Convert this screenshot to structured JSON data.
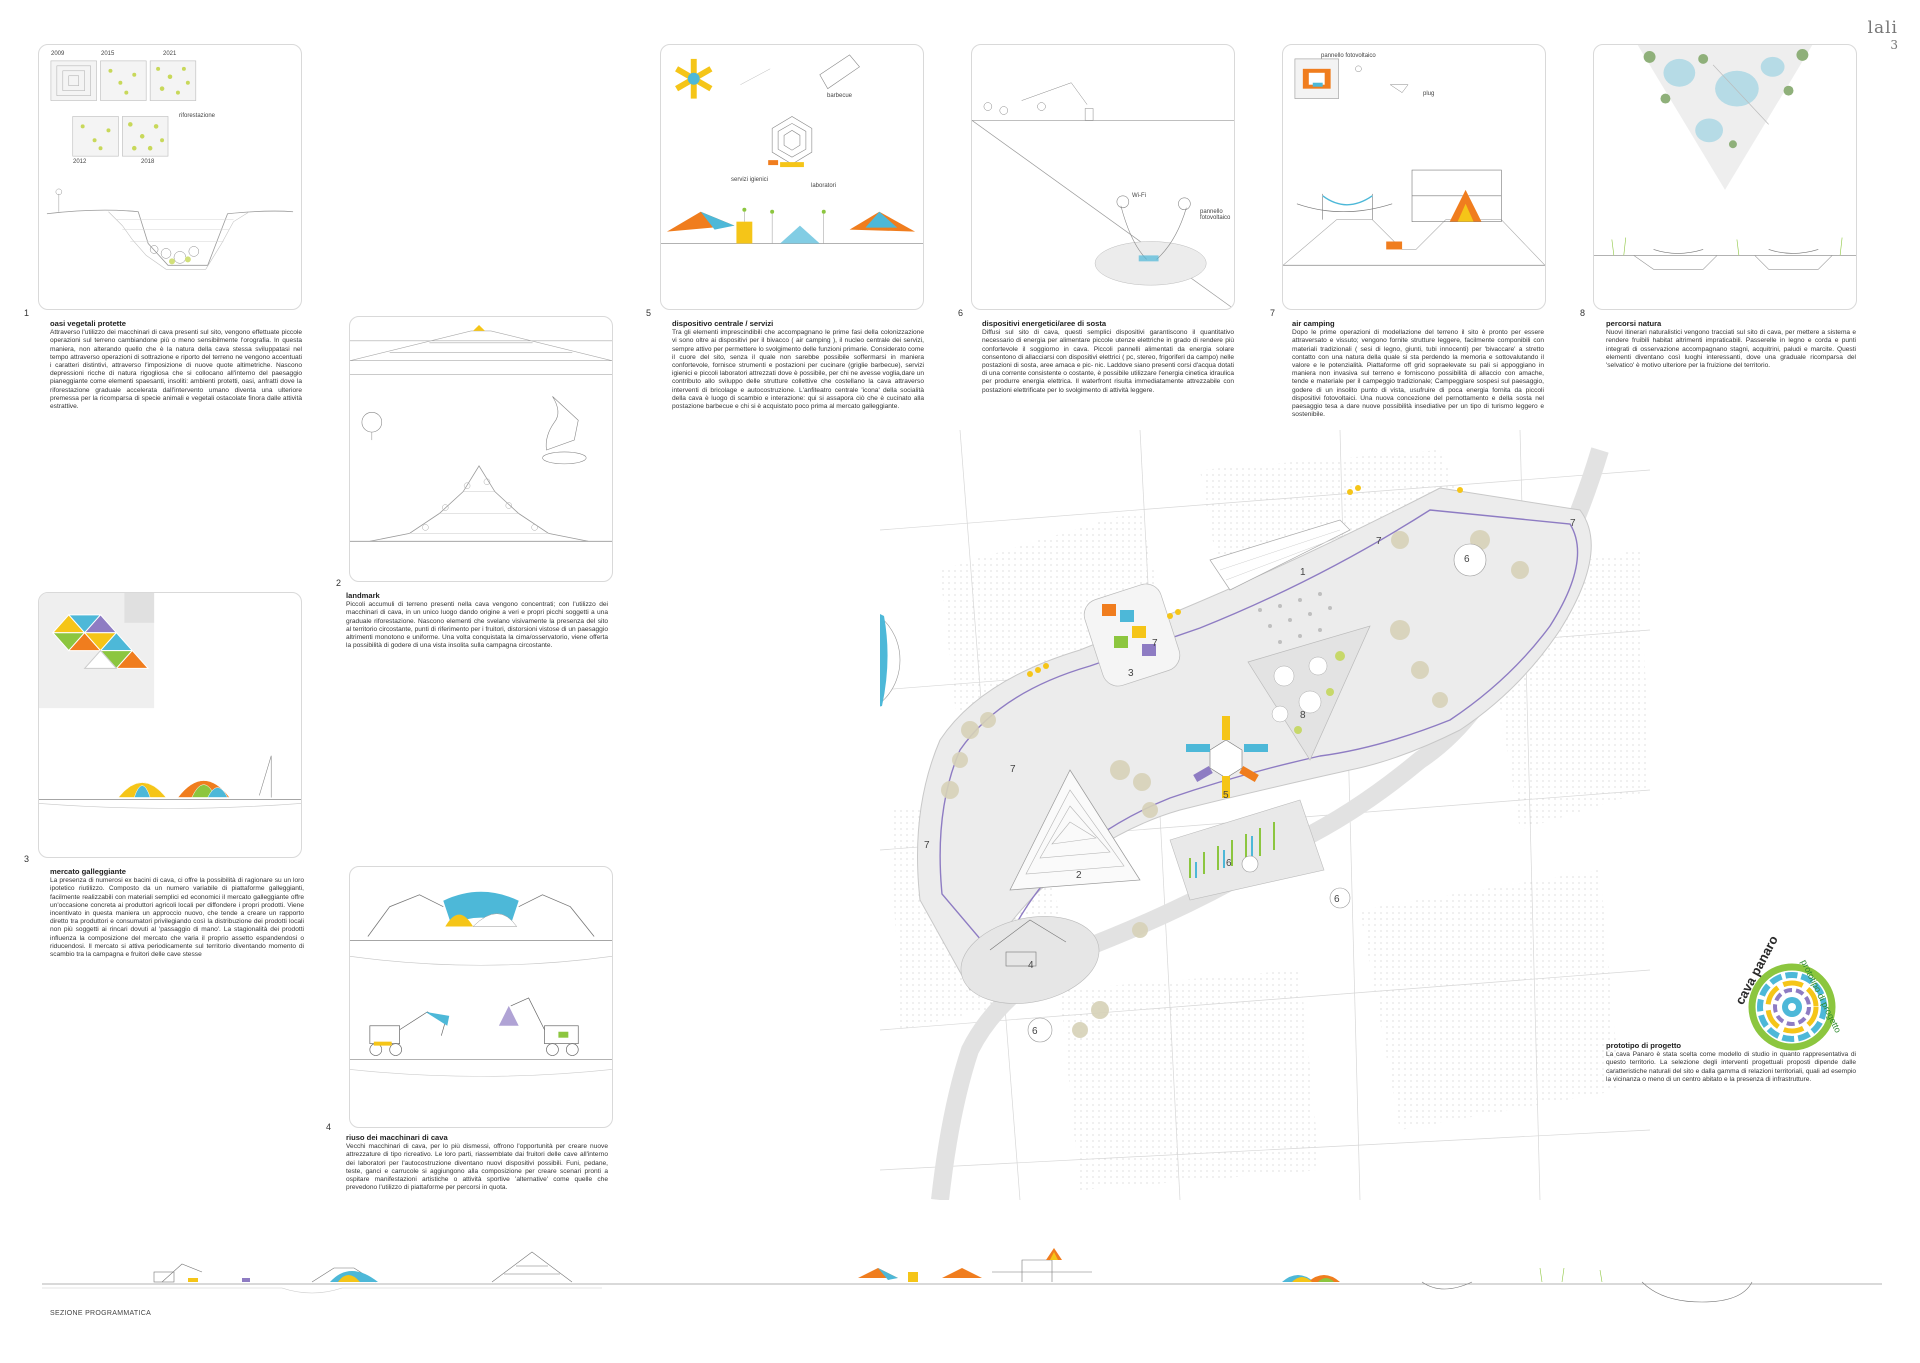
{
  "brand": {
    "logo": "lali",
    "page": "3"
  },
  "section_label": "SEZIONE PROGRAMMATICA",
  "panel1": {
    "years": [
      "2009",
      "2015",
      "2021",
      "2012",
      "2018"
    ],
    "reforest_label": "riforestazione",
    "number": "1",
    "title": "oasi vegetali protette",
    "body": "Attraverso l'utilizzo dei macchinari di cava presenti sul sito, vengono effettuate piccole operazioni sul terreno cambiandone più o meno sensibilmente l'orografia. In questa maniera, non alterando quello che è la natura della cava stessa sviluppatasi nel tempo attraverso operazioni di sottrazione e riporto del terreno ne vengono accentuati i caratteri distintivi, attraverso l'imposizione di nuove quote altimetriche. Nascono depressioni ricche di natura rigogliosa che si collocano all'interno del paesaggio pianeggiante come elementi spaesanti, insoliti: ambienti protetti, oasi, anfratti dove la riforestazione graduale accelerata dall'intervento umano diventa una ulteriore premessa per la ricomparsa di specie animali e vegetali ostacolate finora dalle attività estrattive."
  },
  "panel2": {
    "number": "2",
    "title": "landmark",
    "body": "Piccoli accumuli di terreno presenti nella cava vengono concentrati; con l'utilizzo dei macchinari di cava, in un unico luogo dando origine a veri e propri picchi soggetti a una graduale riforestazione. Nascono elementi che svelano visivamente la presenza del sito al territorio circostante, punti di riferimento per i fruitori, distorsioni vistose di un paesaggio altrimenti monotono e uniforme. Una volta conquistata la cima/osservatorio, viene offerta la possibilità di godere di una vista insolita sulla campagna circostante."
  },
  "panel3": {
    "number": "3",
    "title": "mercato galleggiante",
    "body": "La presenza di numerosi ex bacini di cava, ci offre la possibilità di ragionare su un loro ipotetico riutilizzo. Composto da un numero variabile di piattaforme galleggianti, facilmente realizzabili con materiali semplici ed economici il mercato galleggiante offre un'occasione concreta ai produttori agricoli locali per diffondere i propri prodotti. Viene incentivato in questa maniera un approccio nuovo, che tende a creare un rapporto diretto tra produttori e consumatori privilegiando così la distribuzione dei prodotti locali non più soggetti ai rincari dovuti al 'passaggio di mano'. La stagionalità dei prodotti influenza la composizione del mercato che varia il proprio assetto espandendosi o riducendosi. Il mercato si attiva periodicamente sul territorio diventando momento di scambio tra la campagna e fruitori delle cave stesse"
  },
  "panel4": {
    "number": "4",
    "title": "riuso dei macchinari di cava",
    "body": "Vecchi macchinari di cava, per lo più dismessi, offrono l'opportunità per creare nuove attrezzature di tipo ricreativo. Le loro parti, riassemblate dai fruitori delle cave all'interno dei laboratori per l'autocostruzione diventano nuovi dispositivi possibili. Funi, pedane, teste, ganci e carrucole si aggiungono alla composizione per creare scenari pronti a ospitare manifestazioni artistiche o attività sportive 'alternative' come quelle che prevedono l'utilizzo di piattaforme per percorsi in quota."
  },
  "panel5": {
    "number": "5",
    "labels": {
      "barbecue": "barbecue",
      "servizi": "servizi igienici",
      "laboratori": "laboratori"
    },
    "title": "dispositivo centrale / servizi",
    "body": "Tra gli elementi imprescindibili che accompagnano le prime fasi della colonizzazione vi sono oltre ai dispositivi per il bivacco ( air camping ), il nucleo centrale dei servizi, sempre attivo per permettere lo svolgimento delle funzioni primarie. Considerato come il cuore del sito, senza il quale non sarebbe possibile soffermarsi in maniera confortevole, fornisce strumenti e postazioni per cucinare (griglie barbecue), servizi igienici e piccoli laboratori attrezzati dove è possibile, per chi ne avesse voglia,dare un contributo allo sviluppo delle strutture collettive che costellano la cava attraverso interventi di bricolage e autocostruzione. L'anfiteatro centrale 'icona' della socialità della cava è luogo di scambio e interazione: qui si assapora ciò che è cucinato alla postazione barbecue e chi si è acquistato poco prima al mercato galleggiante."
  },
  "panel6": {
    "number": "6",
    "labels": {
      "wifi": "Wi-Fi",
      "pannello": "pannello fotovoltaico"
    },
    "title": "dispositivi energetici/aree di sosta",
    "body": "Diffusi sul sito di cava, questi semplici dispositivi garantiscono il quantitativo necessario di energia per alimentare piccole utenze elettriche in grado di rendere più confortevole il soggiorno in cava. Piccoli pannelli alimentati da energia solare consentono di allacciarsi con dispositivi elettrici ( pc, stereo, frigoriferi da campo) nelle postazioni di sosta, aree amaca e pic- nic. Laddove siano presenti corsi d'acqua dotati di una corrente consistente o costante, è possibile utilizzare l'energia cinetica idraulica per produrre energia elettrica. Il waterfront risulta immediatamente attrezzabile con postazioni elettrificate per lo svolgimento di attività leggere."
  },
  "panel7": {
    "number": "7",
    "labels": {
      "pannello": "pannello fotovoltaico",
      "plug": "plug"
    },
    "title": "air camping",
    "body": "Dopo le prime operazioni di modellazione del terreno il sito è pronto per essere attraversato e vissuto; vengono fornite strutture leggere, facilmente componibili con materiali tradizionali ( sesi di legno, giunti, tubi innocenti) per 'bivaccare' a stretto contatto con una natura della quale si sta perdendo la memoria e sottovalutando il valore e le potenzialità. Piattaforme off grid sopraelevate su pali si appoggiano in maniera non invasiva sul terreno e forniscono possibilità di allaccio con amache, tende e materiale per il campeggio tradizionale; Campeggiare sospesi sul paesaggio, godere di un insolito punto di vista, usufruire di poca energia fornita da piccoli dispositivi fotovoltaici. Una nuova concezione del pernottamento e della sosta nel paesaggio tesa a dare nuove possibilità insediative per un tipo di turismo leggero e sostenibile."
  },
  "panel8": {
    "number": "8",
    "title": "percorsi natura",
    "body": "Nuovi itinerari naturalistici vengono tracciati sul sito di cava, per mettere a sistema e rendere fruibili habitat altrimenti impraticabili. Passerelle in legno e corda e punti integrati di osservazione accompagnano stagni, acquitrini, paludi e marcite. Questi elementi diventano così luoghi interessanti, dove una graduale ricomparsa del 'selvatico' è motivo ulteriore per la fruizione del territorio."
  },
  "map": {
    "labels": [
      "1",
      "2",
      "3",
      "4",
      "5",
      "6",
      "6",
      "6",
      "6",
      "7",
      "7",
      "7",
      "7",
      "7",
      "8"
    ]
  },
  "prototipo": {
    "ring_text_1": "cava panaro",
    "ring_text_2": "prototipo di progetto",
    "title": "prototipo di progetto",
    "body": "La cava Panaro è stata scelta come modello di studio in quanto rappresentativa di questo territorio. La selezione degli interventi progettuali proposti dipende dalle caratteristiche naturali del sito e dalla gamma di relazioni territoriali, quali ad esempio la vicinanza o meno di un centro abitato e la presenza di infrastrutture."
  },
  "colors": {
    "orange": "#f07d1e",
    "yellow": "#f5c518",
    "cyan": "#4db8d8",
    "green": "#8cc63f",
    "purple": "#8e7cc3",
    "line": "#9a9a9a"
  }
}
